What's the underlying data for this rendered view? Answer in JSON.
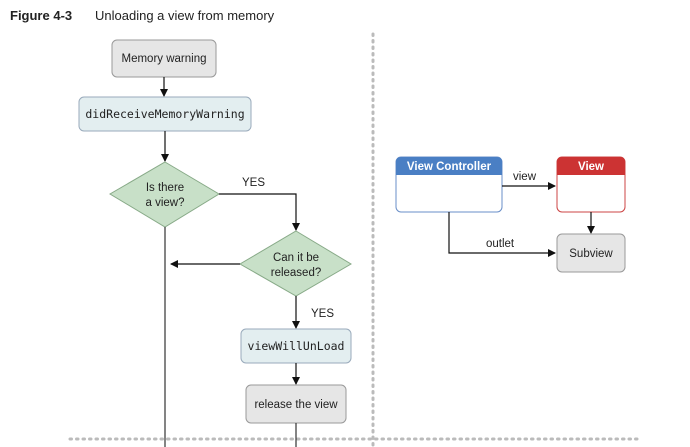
{
  "figure": {
    "number": "Figure 4-3",
    "title": "Unloading a view from memory"
  },
  "flowchart": {
    "memory_warning": "Memory warning",
    "did_receive": "didReceiveMemoryWarning",
    "is_there_view": [
      "Is there",
      "a view?"
    ],
    "yes_1": "YES",
    "can_release": [
      "Can it be",
      "released?"
    ],
    "yes_2": "YES",
    "view_will_unload": "viewWillUnLoad",
    "release_view": "release the view"
  },
  "object_diagram": {
    "view_controller": "View Controller",
    "view": "View",
    "subview": "Subview",
    "view_edge": "view",
    "outlet_edge": "outlet"
  },
  "colors": {
    "gray_box": "#e6e6e6",
    "blue_box": "#e3eef0",
    "diamond": "#c8e0c8",
    "vc_header": "#4a7fc4",
    "view_header": "#cc3333"
  }
}
